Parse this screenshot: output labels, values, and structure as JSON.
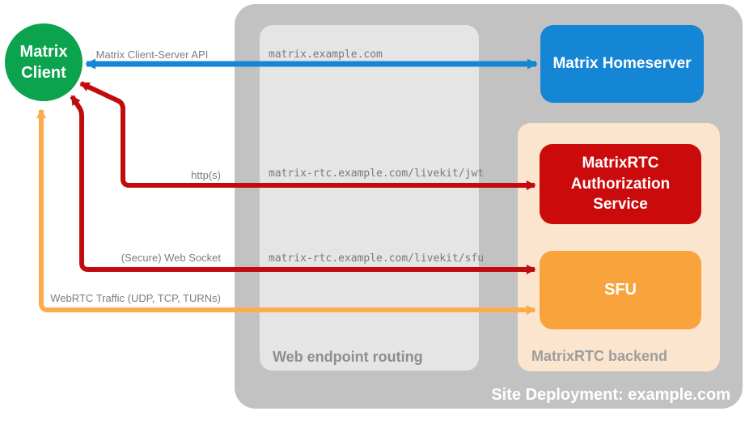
{
  "nodes": {
    "client": {
      "label": "Matrix Client"
    },
    "homeserver": {
      "label": "Matrix Homeserver"
    },
    "auth_service": {
      "label": "MatrixRTC Authorization Service"
    },
    "sfu": {
      "label": "SFU"
    }
  },
  "containers": {
    "web_routing": {
      "label": "Web endpoint routing"
    },
    "backend": {
      "label": "MatrixRTC backend"
    },
    "deployment": {
      "label": "Site Deployment: example.com"
    }
  },
  "arrows": [
    {
      "name": "matrix-client-server-api",
      "label": "Matrix Client-Server API",
      "route": "matrix.example.com",
      "color": "#1585D6",
      "bidirectional": true
    },
    {
      "name": "https",
      "label": "http(s)",
      "route": "matrix-rtc.example.com/livekit/jwt",
      "color": "#C00C0E",
      "bidirectional": true
    },
    {
      "name": "secure-web-socket",
      "label": "(Secure) Web Socket",
      "route": "matrix-rtc.example.com/livekit/sfu",
      "color": "#C00C0E",
      "bidirectional": true
    },
    {
      "name": "webrtc-traffic",
      "label": "WebRTC Traffic (UDP, TCP, TURNs)",
      "color": "#FBAD4D",
      "bidirectional": true
    }
  ],
  "colors": {
    "client_green": "#0CA34E",
    "homeserver_blue": "#1585D6",
    "auth_red": "#CB0A0C",
    "sfu_orange": "#F9A33C",
    "backend_peach": "#FBE5CE",
    "container_gray": "#C2C2C2",
    "routing_gray": "#E5E5E5",
    "label_gray": "#7D7D7D"
  }
}
